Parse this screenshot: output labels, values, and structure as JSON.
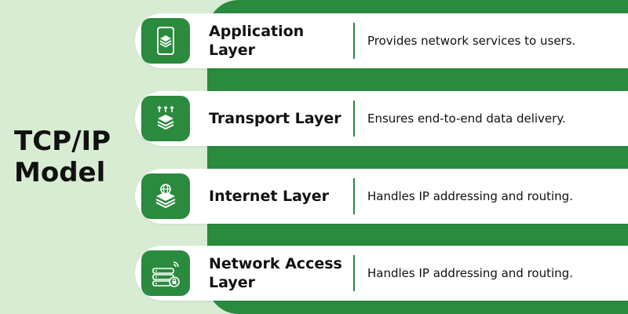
{
  "title": "TCP/IP\nModel",
  "title_lines": [
    "TCP/IP",
    "Model"
  ],
  "colors": {
    "accent": "#2a8a3e",
    "background": "#d8ecd3",
    "card": "#ffffff"
  },
  "layers": [
    {
      "name": "Application Layer",
      "description": "Provides network services to users.",
      "icon": "mobile-stack-icon"
    },
    {
      "name": "Transport Layer",
      "description": "Ensures end-to-end data delivery.",
      "icon": "stack-arrows-icon"
    },
    {
      "name": "Internet Layer",
      "description": "Handles IP addressing and routing.",
      "icon": "globe-stack-icon"
    },
    {
      "name": "Network Access Layer",
      "description": "Handles IP addressing and routing.",
      "icon": "server-lock-icon"
    }
  ]
}
